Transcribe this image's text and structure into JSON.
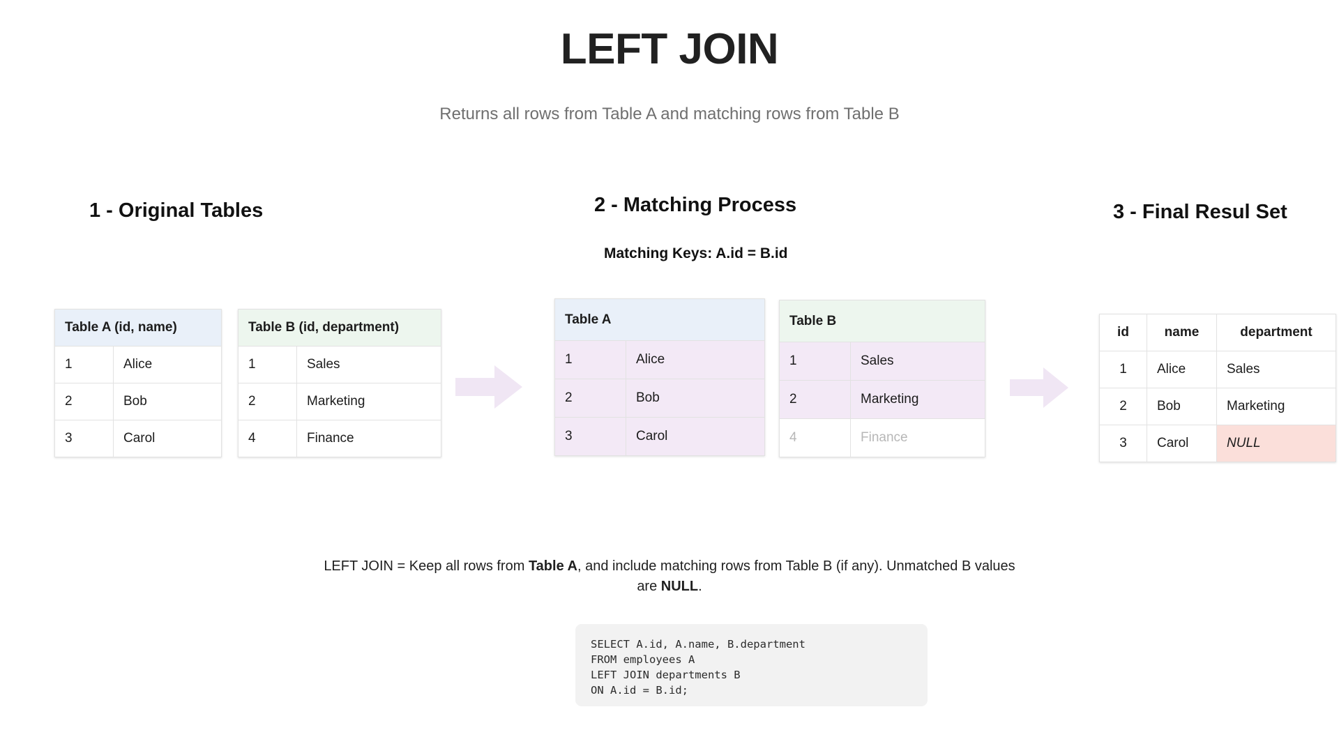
{
  "header": {
    "title": "LEFT JOIN",
    "subtitle": "Returns all rows from Table A and matching rows from Table B"
  },
  "stages": {
    "one": {
      "heading": "1 - Original Tables"
    },
    "two": {
      "heading": "2 - Matching Process",
      "match_keys": "Matching Keys: A.id = B.id"
    },
    "three": {
      "heading": "3 - Final Resul Set"
    }
  },
  "tables": {
    "source_a": {
      "caption": "Table A (id, name)",
      "rows": [
        {
          "id": "1",
          "value": "Alice"
        },
        {
          "id": "2",
          "value": "Bob"
        },
        {
          "id": "3",
          "value": "Carol"
        }
      ]
    },
    "source_b": {
      "caption": "Table B (id, department)",
      "rows": [
        {
          "id": "1",
          "value": "Sales"
        },
        {
          "id": "2",
          "value": "Marketing"
        },
        {
          "id": "4",
          "value": "Finance"
        }
      ]
    },
    "match_a": {
      "caption": "Table A",
      "rows": [
        {
          "id": "1",
          "value": "Alice",
          "state": "matched"
        },
        {
          "id": "2",
          "value": "Bob",
          "state": "matched"
        },
        {
          "id": "3",
          "value": "Carol",
          "state": "matched"
        }
      ]
    },
    "match_b": {
      "caption": "Table B",
      "rows": [
        {
          "id": "1",
          "value": "Sales",
          "state": "matched"
        },
        {
          "id": "2",
          "value": "Marketing",
          "state": "matched"
        },
        {
          "id": "4",
          "value": "Finance",
          "state": "unmatched"
        }
      ]
    },
    "result": {
      "columns": [
        "id",
        "name",
        "department"
      ],
      "rows": [
        {
          "id": "1",
          "name": "Alice",
          "department": "Sales",
          "null": false
        },
        {
          "id": "2",
          "name": "Bob",
          "department": "Marketing",
          "null": false
        },
        {
          "id": "3",
          "name": "Carol",
          "department": "NULL",
          "null": true
        }
      ]
    }
  },
  "explanation": {
    "part1": "LEFT JOIN = Keep all rows from ",
    "bold1": "Table A",
    "part2": ", and include matching rows from Table B (if any). Unmatched B values are ",
    "bold2": "NULL",
    "part3": "."
  },
  "sql": {
    "code": "SELECT A.id, A.name, B.department\nFROM employees A\nLEFT JOIN departments B\nON A.id = B.id;"
  },
  "colors": {
    "header_blue": "#e9f0f9",
    "header_green": "#edf6ee",
    "row_match": "#f3e9f6",
    "null_bg": "#fbdfda",
    "null_text": "#ea4335",
    "arrow": "#f0e6f4",
    "dim_text": "#b7b7b7",
    "subtitle_text": "#6f6f6f"
  },
  "icons": {
    "arrow1": "arrow-right-icon",
    "arrow2": "arrow-right-icon"
  }
}
